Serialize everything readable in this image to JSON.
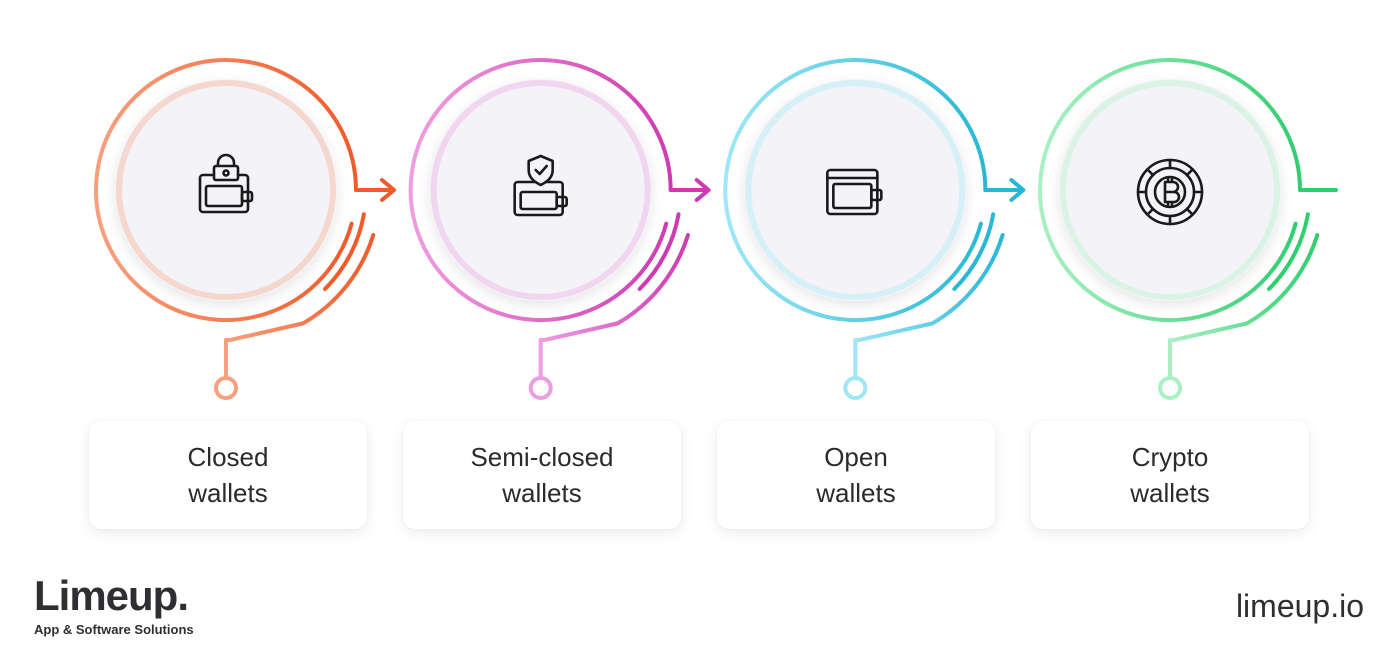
{
  "steps": [
    {
      "line1": "Closed",
      "line2": "wallets",
      "color": "#f25a2a",
      "color_light": "#f7a07e",
      "icon": "locked-wallet-icon"
    },
    {
      "line1": "Semi-closed",
      "line2": "wallets",
      "color": "#cf3ab0",
      "color_light": "#ee9ee0",
      "icon": "shield-wallet-icon"
    },
    {
      "line1": "Open",
      "line2": "wallets",
      "color": "#28b8d6",
      "color_light": "#9ee7f7",
      "icon": "wallet-icon"
    },
    {
      "line1": "Crypto",
      "line2": "wallets",
      "color": "#2fcf6f",
      "color_light": "#a9f0c4",
      "icon": "bitcoin-icon"
    }
  ],
  "brand": {
    "name": "Limeup.",
    "tagline": "App & Software Solutions",
    "website": "limeup.io"
  }
}
